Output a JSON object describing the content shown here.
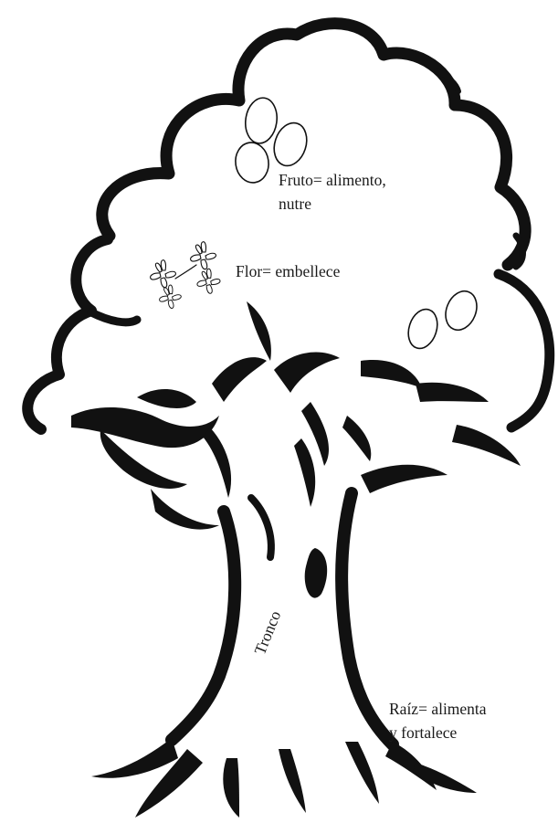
{
  "labels": {
    "fruto_line1": "Fruto= alimento,",
    "fruto_line2": "nutre",
    "flor": "Flor= embellece",
    "tronco": "Tronco",
    "raiz_line1": "Raíz= alimenta",
    "raiz_line2": "y fortalece"
  },
  "colors": {
    "ink": "#111111",
    "background": "#ffffff"
  },
  "icons": [
    "fruit-icon",
    "flower-icon"
  ]
}
